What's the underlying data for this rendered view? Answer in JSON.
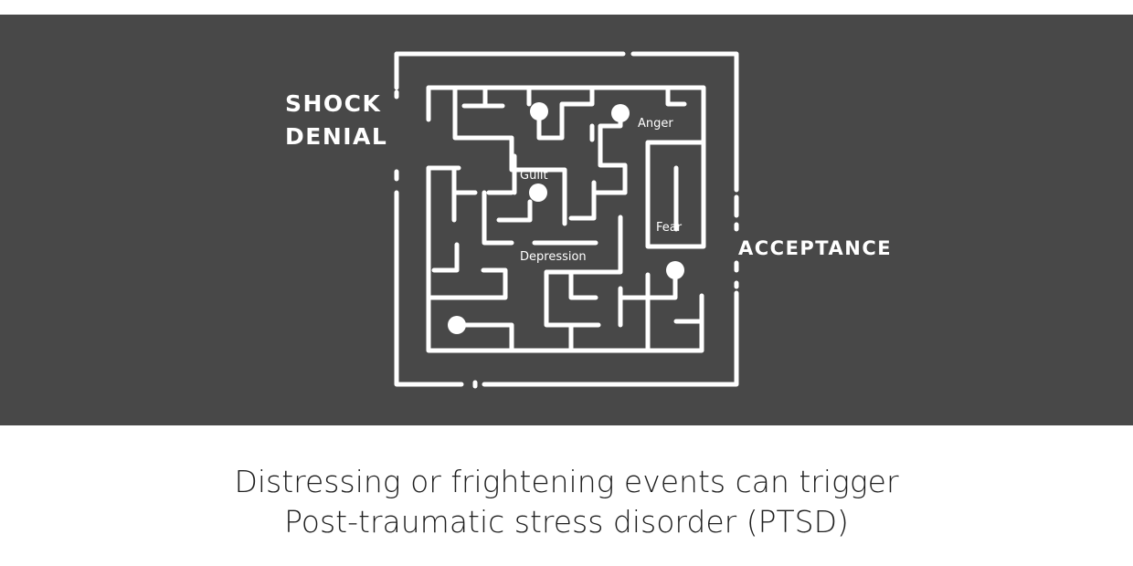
{
  "diagram": {
    "start_labels": [
      "SHOCK",
      "DENIAL"
    ],
    "end_label": "ACCEPTANCE",
    "inner_labels": {
      "anger": "Anger",
      "guilt": "Guilt",
      "fear": "Fear",
      "depression": "Depression"
    },
    "colors": {
      "banner": "#484848",
      "lines": "#ffffff",
      "caption": "#1e1e1e"
    }
  },
  "caption": {
    "line1": "Distressing or frightening events can trigger",
    "line2": "Post-traumatic stress disorder (PTSD)"
  }
}
